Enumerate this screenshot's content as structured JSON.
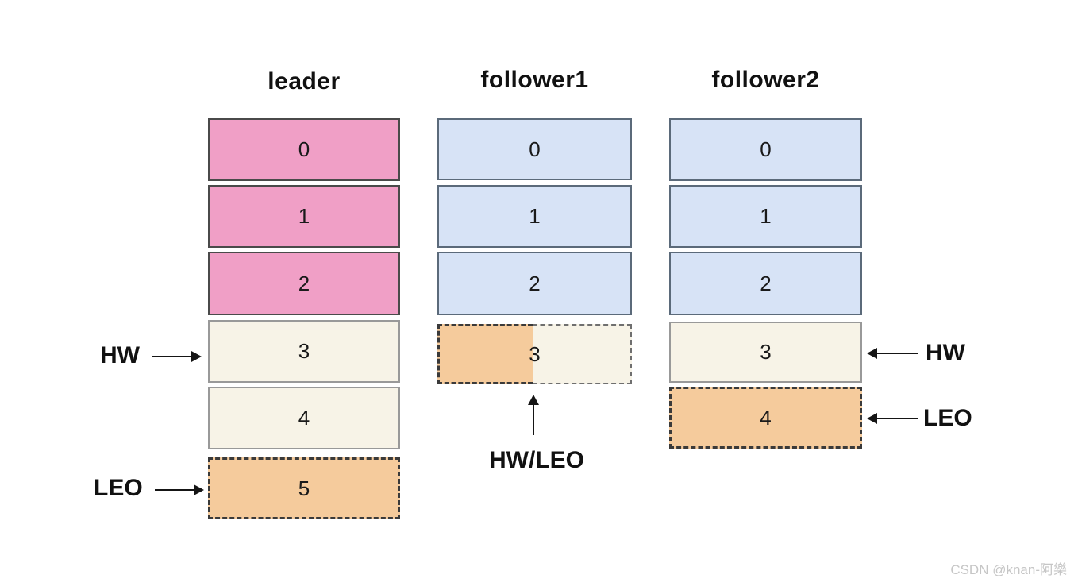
{
  "diagram": {
    "columns": [
      {
        "title": "leader",
        "blocks": [
          {
            "label": "0",
            "type": "committed"
          },
          {
            "label": "1",
            "type": "committed"
          },
          {
            "label": "2",
            "type": "committed"
          },
          {
            "label": "3",
            "type": "uncommitted"
          },
          {
            "label": "4",
            "type": "uncommitted"
          },
          {
            "label": "5",
            "type": "leo"
          }
        ]
      },
      {
        "title": "follower1",
        "blocks": [
          {
            "label": "0",
            "type": "replicated"
          },
          {
            "label": "1",
            "type": "replicated"
          },
          {
            "label": "2",
            "type": "replicated"
          },
          {
            "label": "3",
            "type": "partial-leo"
          }
        ]
      },
      {
        "title": "follower2",
        "blocks": [
          {
            "label": "0",
            "type": "replicated"
          },
          {
            "label": "1",
            "type": "replicated"
          },
          {
            "label": "2",
            "type": "replicated"
          },
          {
            "label": "3",
            "type": "uncommitted"
          },
          {
            "label": "4",
            "type": "leo"
          }
        ]
      }
    ],
    "annotations": {
      "leader_hw": "HW",
      "leader_leo": "LEO",
      "follower1_hw_leo": "HW/LEO",
      "follower2_hw": "HW",
      "follower2_leo": "LEO"
    },
    "colors": {
      "leader_committed": "#f09fc6",
      "follower_replicated": "#d7e3f6",
      "uncommitted": "#f7f3e7",
      "leo": "#f5cb9c"
    }
  },
  "watermark": "CSDN @knan-阿樂"
}
